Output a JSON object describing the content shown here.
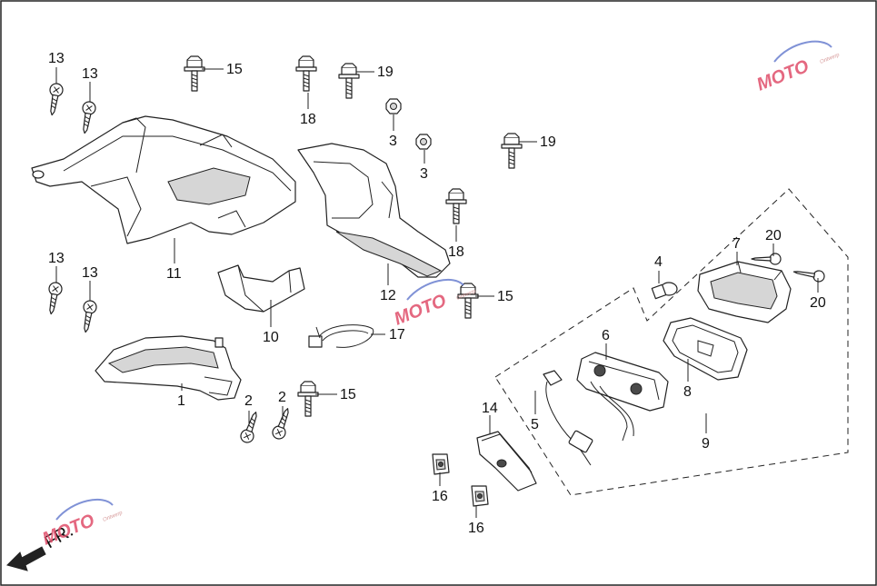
{
  "diagram": {
    "direction_label": "FR.",
    "watermark": {
      "text": "MOTO",
      "subtext": "Ontwerp"
    },
    "callouts": [
      {
        "id": "c13a",
        "number": "13"
      },
      {
        "id": "c13b",
        "number": "13"
      },
      {
        "id": "c13c",
        "number": "13"
      },
      {
        "id": "c13d",
        "number": "13"
      },
      {
        "id": "c15a",
        "number": "15"
      },
      {
        "id": "c15b",
        "number": "15"
      },
      {
        "id": "c15c",
        "number": "15"
      },
      {
        "id": "c18a",
        "number": "18"
      },
      {
        "id": "c18b",
        "number": "18"
      },
      {
        "id": "c19a",
        "number": "19"
      },
      {
        "id": "c19b",
        "number": "19"
      },
      {
        "id": "c3a",
        "number": "3"
      },
      {
        "id": "c3b",
        "number": "3"
      },
      {
        "id": "c11",
        "number": "11"
      },
      {
        "id": "c12",
        "number": "12"
      },
      {
        "id": "c10",
        "number": "10"
      },
      {
        "id": "c17",
        "number": "17"
      },
      {
        "id": "c1",
        "number": "1"
      },
      {
        "id": "c2a",
        "number": "2"
      },
      {
        "id": "c2b",
        "number": "2"
      },
      {
        "id": "c4",
        "number": "4"
      },
      {
        "id": "c7",
        "number": "7"
      },
      {
        "id": "c20a",
        "number": "20"
      },
      {
        "id": "c20b",
        "number": "20"
      },
      {
        "id": "c6",
        "number": "6"
      },
      {
        "id": "c5",
        "number": "5"
      },
      {
        "id": "c8",
        "number": "8"
      },
      {
        "id": "c9",
        "number": "9"
      },
      {
        "id": "c14",
        "number": "14"
      },
      {
        "id": "c16a",
        "number": "16"
      },
      {
        "id": "c16b",
        "number": "16"
      }
    ]
  },
  "colors": {
    "line": "#222222",
    "watermark": "#e04e6a",
    "background": "#ffffff"
  }
}
